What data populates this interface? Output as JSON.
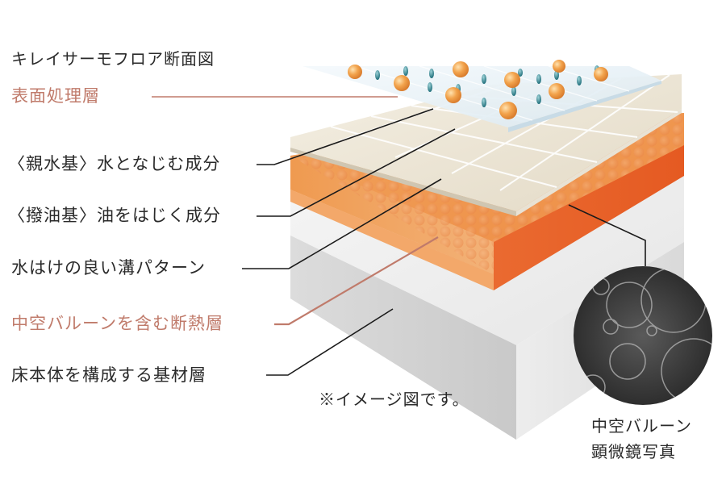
{
  "title": "キレイサーモフロア断面図",
  "labels": [
    {
      "id": "surface",
      "text": "表面処理層",
      "accent": true
    },
    {
      "id": "hydrophilic",
      "text": "〈親水基〉水となじむ成分",
      "accent": false
    },
    {
      "id": "oleophobic",
      "text": "〈撥油基〉油をはじく成分",
      "accent": false
    },
    {
      "id": "groove",
      "text": "水はけの良い溝パターン",
      "accent": false
    },
    {
      "id": "insulation",
      "text": "中空バルーンを含む断熱層",
      "accent": true
    },
    {
      "id": "base",
      "text": "床本体を構成する基材層",
      "accent": false
    }
  ],
  "note": "※イメージ図です。",
  "micrograph_caption": [
    "中空バルーン",
    "顕微鏡写真"
  ],
  "colors": {
    "accent": "#c07b6b",
    "text": "#2a2a2a",
    "orange_top": "#ef9a4e",
    "orange_side": "#e8622a",
    "tile": "#ece6d6",
    "base_top": "#f2f2f2",
    "base_side": "#cfcfcf",
    "balloon": "#f0a04a",
    "drop": "#3a8f9a"
  }
}
